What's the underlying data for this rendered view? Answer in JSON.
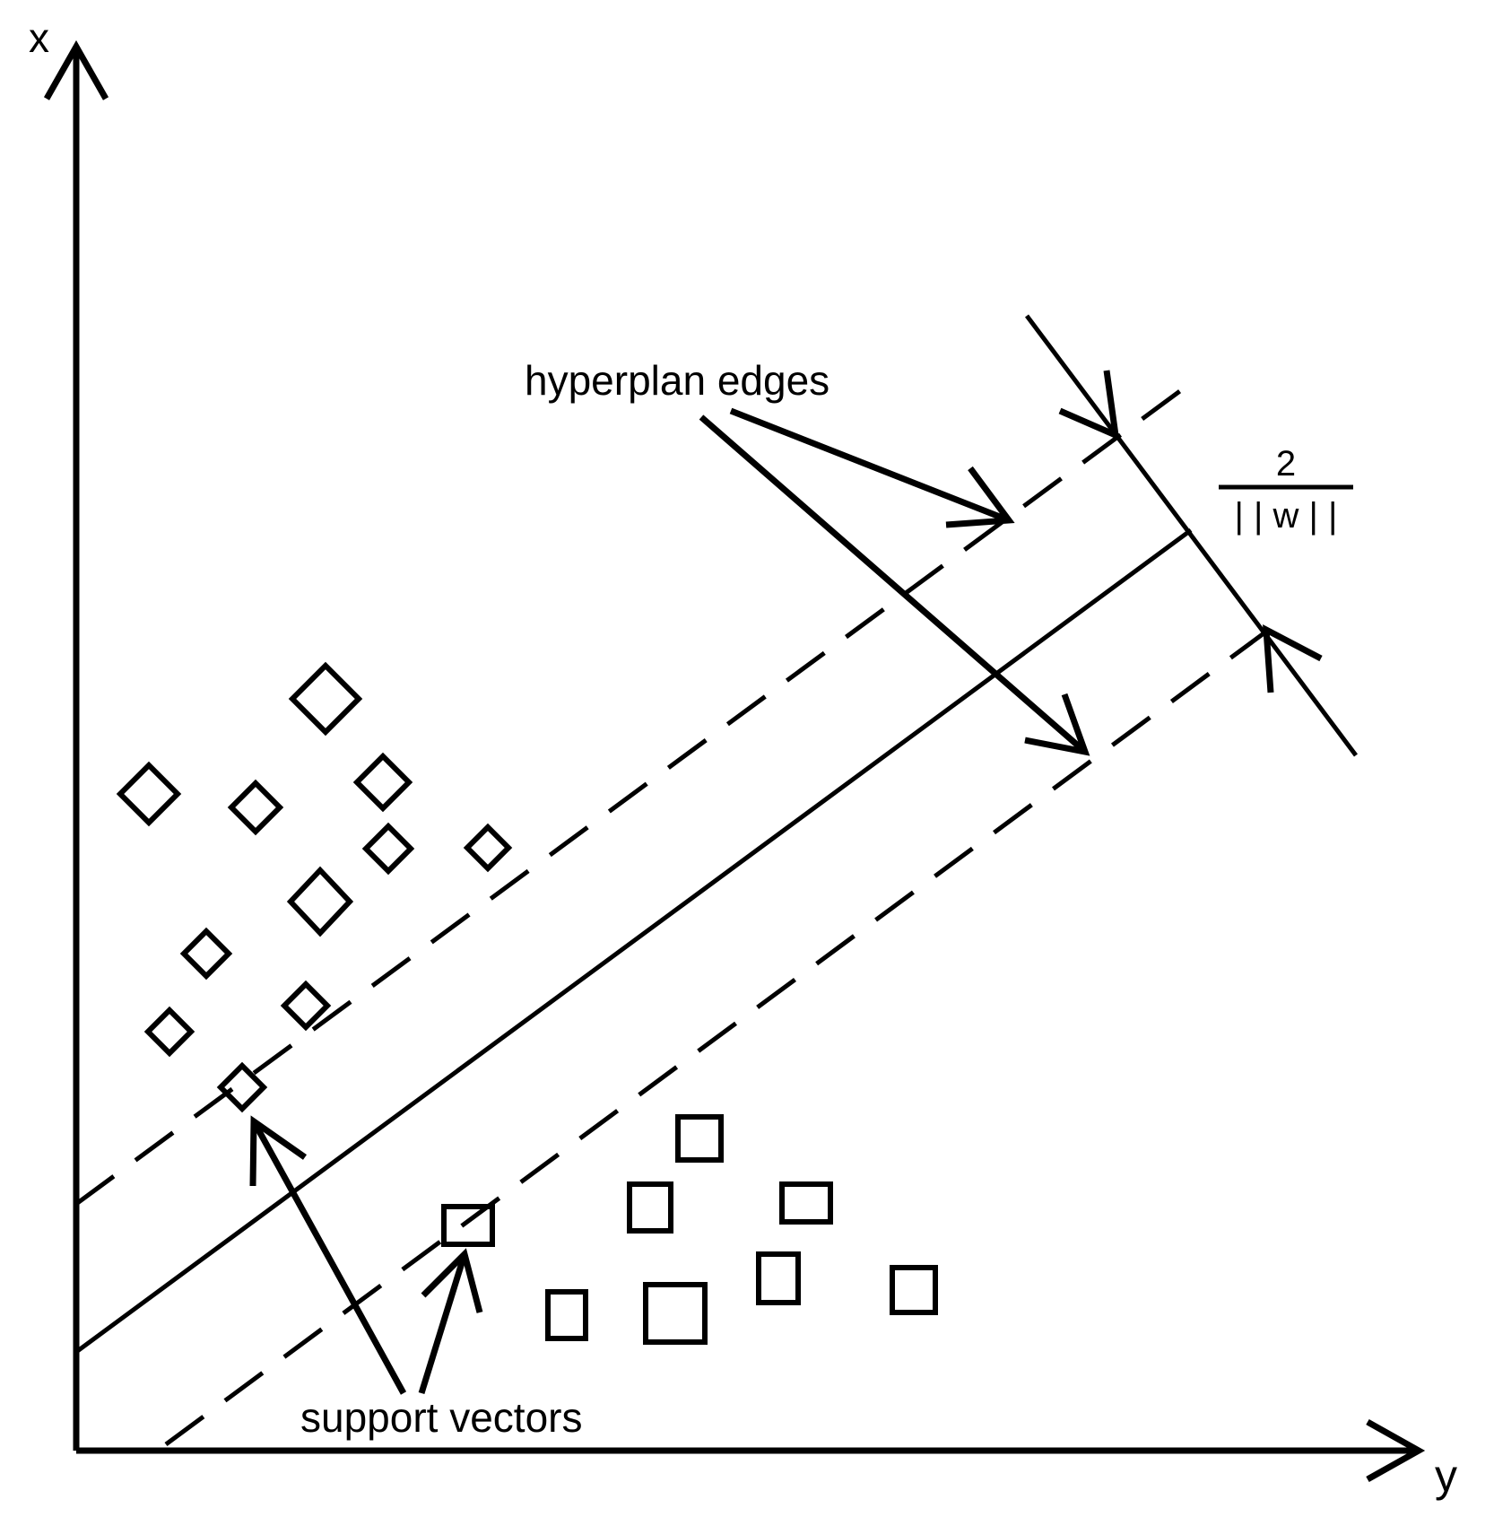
{
  "axes": {
    "vertical_label": "x",
    "horizontal_label": "y"
  },
  "annotations": {
    "edges_label": "hyperplan edges",
    "support_label": "support vectors",
    "margin_numerator": "2",
    "margin_denominator": "| | w | |"
  },
  "legend_shapes": {
    "class_a": "diamond",
    "class_b": "square"
  },
  "colors": {
    "ink": "#000000",
    "background": "#ffffff"
  }
}
